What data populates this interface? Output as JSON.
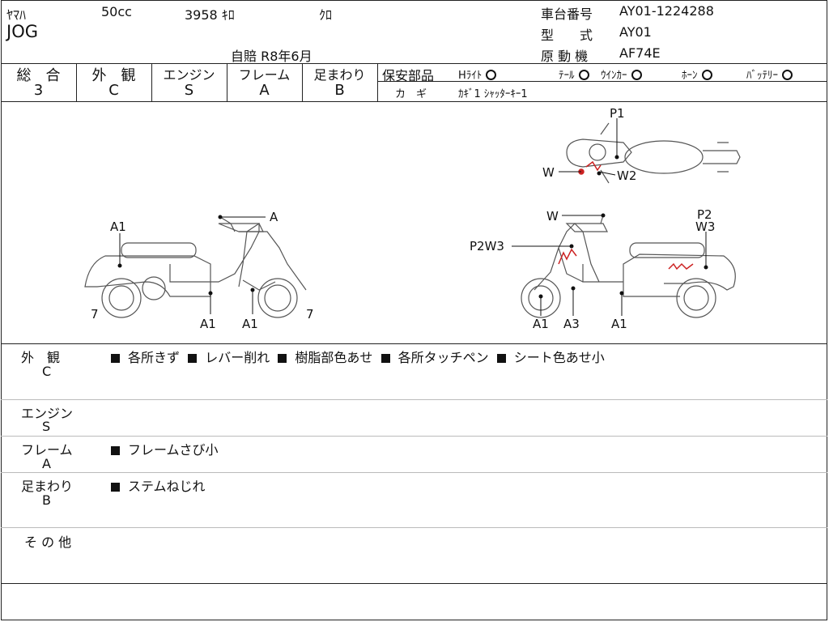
{
  "header": {
    "maker": "ﾔﾏﾊ",
    "displacement": "50cc",
    "mileage": "3958 ｷﾛ",
    "color": "ｸﾛ",
    "model": "JOG",
    "insurance": "自賠 R8年6月",
    "frame_no_label": "車台番号",
    "frame_no": "AY01-1224288",
    "type_label": "型　　式",
    "type": "AY01",
    "engine_label": "原 動 機",
    "engine": "AF74E"
  },
  "grades": {
    "overall_label": "総　合",
    "overall": "3",
    "exterior_label": "外　観",
    "exterior": "C",
    "engine_label": "エンジン",
    "engine": "S",
    "frame_label": "フレーム",
    "frame": "A",
    "suspension_label": "足まわり",
    "suspension": "B"
  },
  "safety": {
    "label": "保安部品",
    "headlight": "Hﾗｲﾄ",
    "taillight": "ﾃｰﾙ",
    "winker": "ｳｲﾝｶｰ",
    "horn": "ﾎｰﾝ",
    "battery": "ﾊﾞｯﾃﾘｰ",
    "key_label": "カ　ギ",
    "key_value": "ｶｷﾞ1 ｼｬｯﾀｰｷｰ1"
  },
  "diagram_labels": {
    "left_a1_top": "A1",
    "left_a_handle": "A",
    "left_7_front": "7",
    "left_7_rear": "7",
    "left_a1_bottom_1": "A1",
    "left_a1_bottom_2": "A1",
    "top_p1": "P1",
    "top_w": "W",
    "top_w2": "W2",
    "right_w": "W",
    "right_p2": "P2",
    "right_w3": "W3",
    "right_p2w3": "P2W3",
    "right_a1_1": "A1",
    "right_a3": "A3",
    "right_a1_2": "A1"
  },
  "comments": {
    "exterior_label": "外　観",
    "exterior_grade": "C",
    "exterior_items": [
      "各所きず",
      "レバー削れ",
      "樹脂部色あせ",
      "各所タッチペン",
      "シート色あせ小"
    ],
    "engine_label": "エンジン",
    "engine_grade": "S",
    "frame_label": "フレーム",
    "frame_grade": "A",
    "frame_items": [
      "フレームさび小"
    ],
    "suspension_label": "足まわり",
    "suspension_grade": "B",
    "suspension_items": [
      "ステムねじれ"
    ],
    "other_label": "そ の 他"
  },
  "colors": {
    "line": "#222222",
    "damage_red": "#cc2222"
  }
}
